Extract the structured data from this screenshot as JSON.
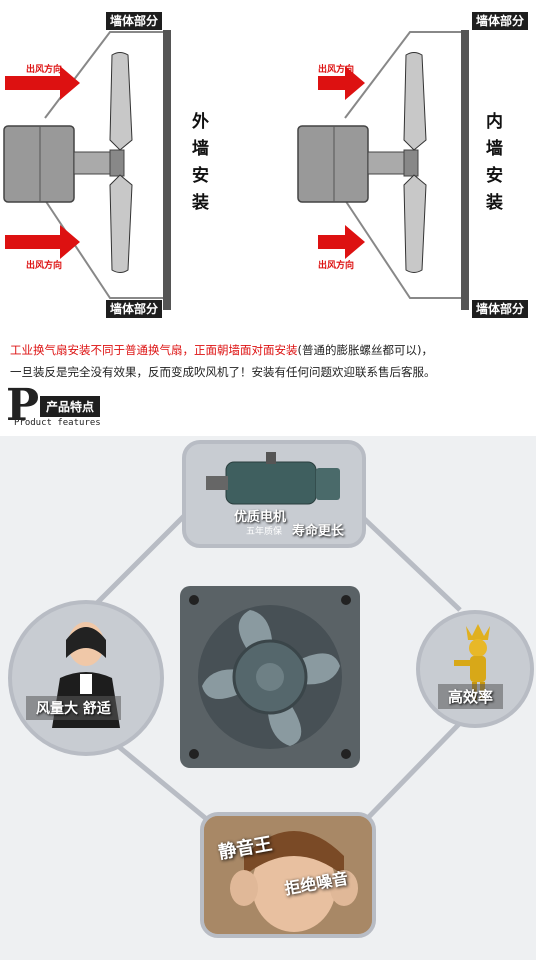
{
  "diagram": {
    "wall_label": "墙体部分",
    "arrow_label": "出风方向",
    "left_caption": "外墙安装",
    "right_caption": "内墙安装"
  },
  "description": {
    "line1_red": "工业换气扇安装不同于普通换气扇，正面朝墙面对面安装",
    "line1_rest": "(普通的膨胀螺丝都可以)，",
    "line2": "一旦装反是完全没有效果，反而变成吹风机了！安装有任何问题欢迎联系售后客服。"
  },
  "features": {
    "title_letter": "P",
    "title_cn": "产品特点",
    "title_en": "Product features",
    "motor_label": "优质电机",
    "motor_sub1": "五年质保",
    "motor_sub2": "寿命更长",
    "left_label": "风量大 舒适",
    "right_label": "高效率",
    "bottom_label1": "静音王",
    "bottom_label2": "拒绝噪音"
  },
  "colors": {
    "accent_red": "#dd1111",
    "dark": "#1e1e1e",
    "frame": "#b8bcc4"
  }
}
